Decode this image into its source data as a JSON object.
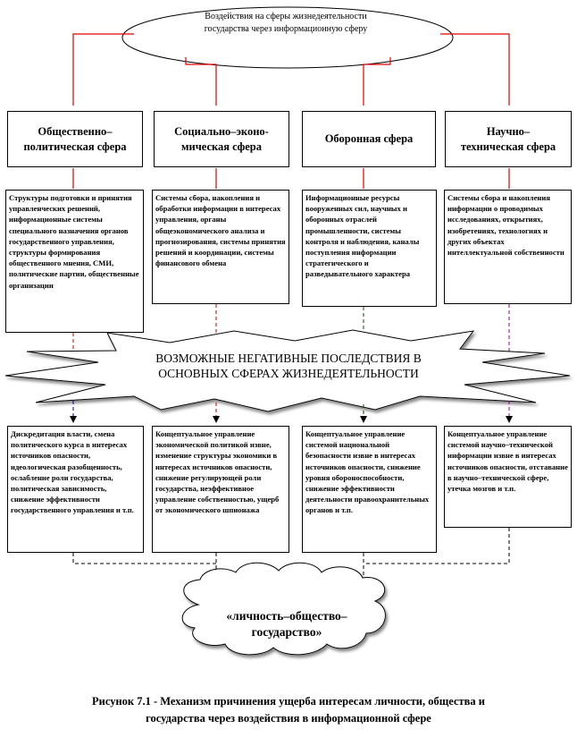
{
  "top": {
    "line1": "Воздействия на сферы жизнедеятельности",
    "line2": "государства через информационную сферу"
  },
  "spheres": [
    {
      "line1": "Общественно–",
      "line2": "политическая сфера"
    },
    {
      "line1": "Социально–эконо-",
      "line2": "мическая сфера"
    },
    {
      "line1": "Оборонная сфера",
      "line2": ""
    },
    {
      "line1": "Научно–",
      "line2": "техническая сфера"
    }
  ],
  "structures": [
    "Структуры подготовки и принятия управленческих решений, информационные системы специального назначения органов государственного управления, структуры формирования общественного мнения, СМИ, политические партии, общественные организации",
    "Системы сбора, накопления и обработки информации в интересах управления, органы общеэкономического анализа и прогнозирования, системы принятия решений и координации, системы финансового обмена",
    "Информационные ресурсы вооруженных сил, научных и оборонных отраслей промышленности, системы контроля и наблюдения, каналы поступления информации стратегического и разведывательного характера",
    "Системы сбора и накопления информации о проводимых исследованиях, открытиях, изобретениях, технологиях и других объектах интеллектуальной собственности"
  ],
  "burst": {
    "line1": "ВОЗМОЖНЫЕ НЕГАТИВНЫЕ ПОСЛЕДСТВИЯ В",
    "line2": "ОСНОВНЫХ СФЕРАХ ЖИЗНЕДЕЯТЕЛЬНОСТИ"
  },
  "consequences": [
    "Дискредитация власти, смена политического курса в интересах источников опасности, идеологическая разобщенность, ослабление роли государства, политическая зависимость, снижение эффективности государственного управления и т.п.",
    "Концептуальное управление экономической политикой извне, изменение структуры экономики в интересах источников опасности, снижение регулирующей роли государства, неэффективное управление собственностью, ущерб от экономического шпионажа",
    "Концептуальное управление системой национальной безопасности извне в интересах источников опасности, снижение уровня обороноспособности, снижение эффективности деятельности правоохранительных органов и т.п.",
    "Концептуальное управление системой научно–технической информации извне в интересах источников опасности, отставание в научно–технической сфере, утечка мозгов и т.п."
  ],
  "cloud": {
    "line1": "«личность–общество–",
    "line2": "государство»"
  },
  "caption": {
    "line1": "Рисунок 7.1 - Механизм причинения ущерба интересам личности, общества и",
    "line2": "государства через воздействия в информационной сфере"
  },
  "colors": {
    "red_connector": "#e00000",
    "col2_connector": "#c00000",
    "col3_connector": "#005000",
    "col4_connector": "#9a0090",
    "col1_lower_connector": "#000090"
  }
}
